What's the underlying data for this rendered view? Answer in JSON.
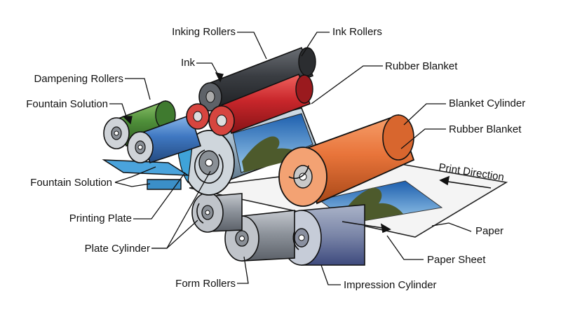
{
  "diagram": {
    "labels": {
      "inking_rollers": "Inking Rollers",
      "ink_rollers": "Ink Rollers",
      "ink": "Ink",
      "rubber_blanket_top": "Rubber Blanket",
      "dampening_rollers": "Dampening Rollers",
      "fountain_solution_top": "Fountain Solution",
      "blanket_cylinder": "Blanket Cylinder",
      "rubber_blanket": "Rubber Blanket",
      "print_direction": "Print Direction",
      "fountain_solution": "Fountain Solution",
      "printing_plate": "Printing Plate",
      "plate_cylinder": "Plate Cylinder",
      "paper": "Paper",
      "paper_sheet": "Paper Sheet",
      "form_rollers": "Form Rollers",
      "impression_cylinder": "Impression Cylinder"
    },
    "colors": {
      "black_roller": "#3a3d42",
      "red_roller": "#c8262b",
      "green_roller": "#4f8f3a",
      "blue_roller": "#3f78c2",
      "orange_cylinder": "#e8743a",
      "grey_roller": "#8e949c",
      "impression_blue": "#5a6fa6",
      "plate_cyan": "#3fa3d8"
    }
  }
}
